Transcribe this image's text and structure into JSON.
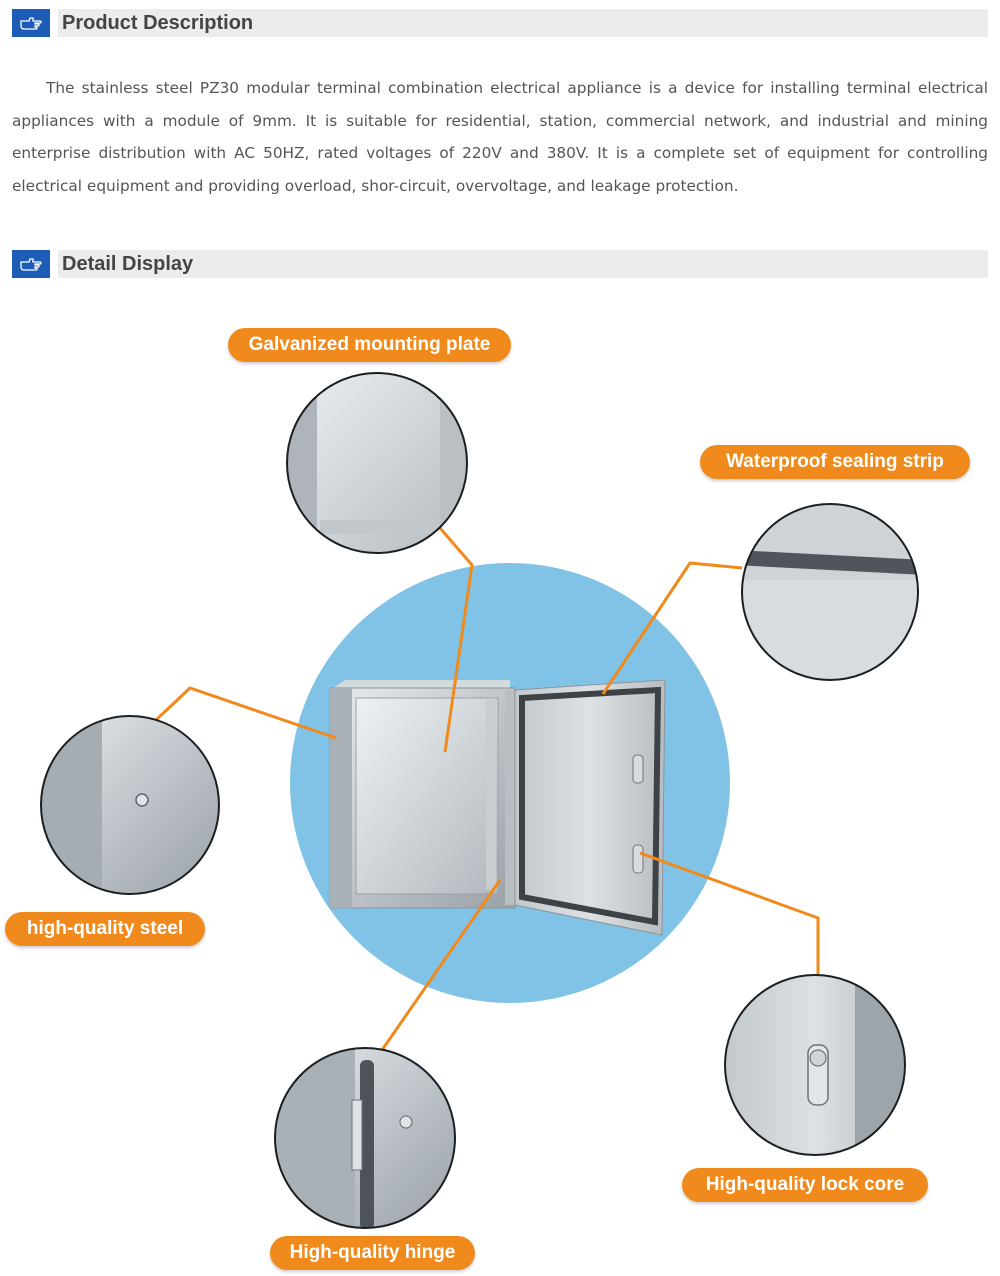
{
  "sections": {
    "product_description": {
      "title": "Product Description"
    },
    "detail_display": {
      "title": "Detail Display"
    }
  },
  "description": "The stainless steel PZ30 modular terminal combination electrical appliance is a device for installing terminal electrical appliances with a module of 9mm. It is suitable for residential, station, commercial network, and industrial and mining enterprise distribution with AC 50HZ, rated voltages of 220V and 380V. It is a complete set of equipment for controlling electrical equipment and providing overload, shor-circuit, overvoltage, and leakage protection.",
  "callouts": {
    "mounting_plate": "Galvanized mounting plate",
    "sealing_strip": "Waterproof sealing strip",
    "steel": "high-quality steel",
    "lock_core": "High-quality lock core",
    "hinge": "High-quality hinge"
  },
  "colors": {
    "header_icon": "#1d5db5",
    "header_bar": "#ececec",
    "accent_orange": "#f08a1c",
    "backdrop_circle": "#81c3e6"
  },
  "icons": [
    "pointing-hand-icon"
  ]
}
